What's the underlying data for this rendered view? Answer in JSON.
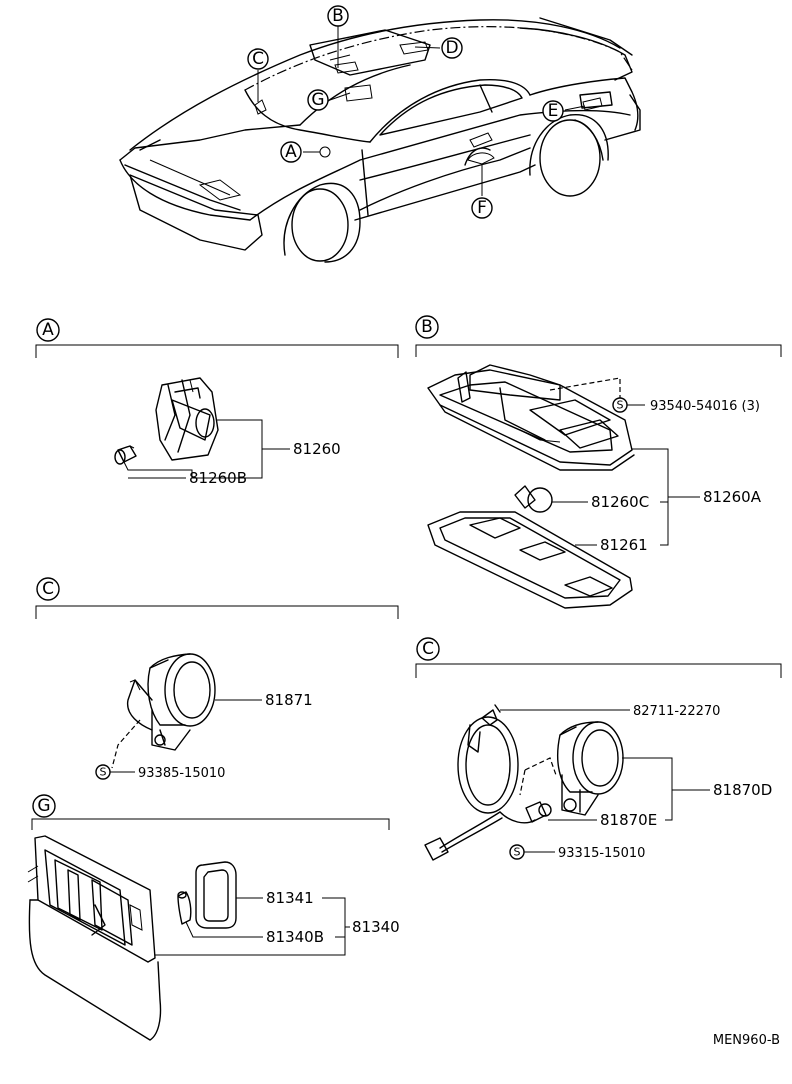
{
  "overview": {
    "callouts": [
      "B",
      "C",
      "D",
      "G",
      "A",
      "E",
      "F"
    ]
  },
  "section_a": {
    "letter": "A",
    "parts": [
      "81260",
      "81260B"
    ]
  },
  "section_b": {
    "letter": "B",
    "screw_symbol": "S",
    "parts": [
      "93540-54016 (3)",
      "81260C",
      "81260A",
      "81261"
    ]
  },
  "section_c1": {
    "letter": "C",
    "screw_symbol": "S",
    "parts": [
      "81871",
      "93385-15010"
    ]
  },
  "section_c2": {
    "letter": "C",
    "screw_symbol": "S",
    "parts": [
      "82711-22270",
      "81870D",
      "81870E",
      "93315-15010"
    ]
  },
  "section_g": {
    "letter": "G",
    "parts": [
      "81341",
      "81340",
      "81340B"
    ]
  },
  "footer": {
    "code": "MEN960-B"
  }
}
